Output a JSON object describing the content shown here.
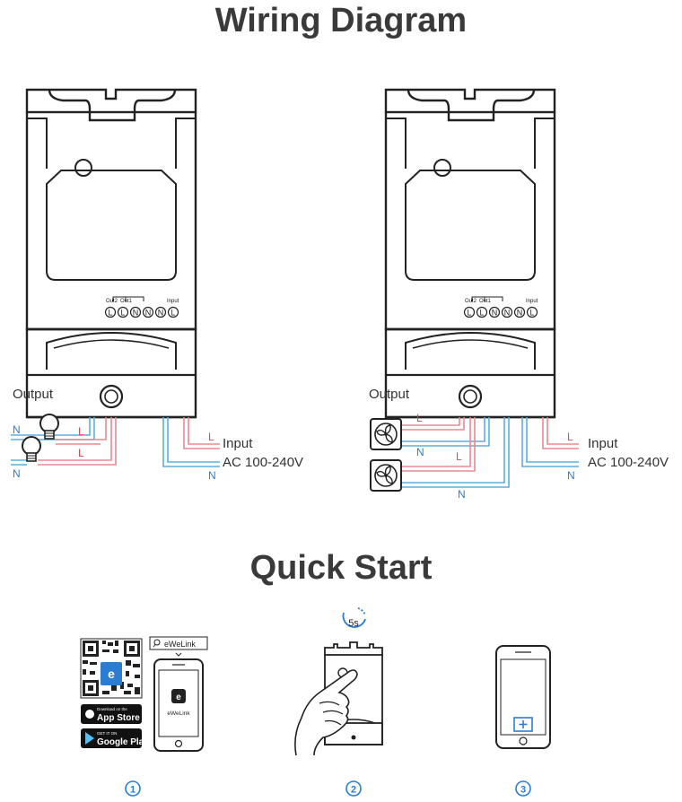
{
  "titles": {
    "wiring": "Wiring Diagram",
    "quick_start": "Quick Start"
  },
  "diagram_left": {
    "output_label": "Output",
    "input_label": "Input",
    "voltage_label": "AC 100-240V",
    "terminal_tiny": [
      "Out2",
      "Out1",
      "Input"
    ],
    "terminals": [
      "L",
      "L",
      "N",
      "N",
      "N",
      "L"
    ],
    "wire_labels": {
      "n": "N",
      "l": "L"
    }
  },
  "diagram_right": {
    "output_label": "Output",
    "input_label": "Input",
    "voltage_label": "AC 100-240V",
    "terminal_tiny": [
      "Out2",
      "Out1",
      "Input"
    ],
    "terminals": [
      "L",
      "L",
      "N",
      "N",
      "N",
      "L"
    ],
    "wire_labels": {
      "n": "N",
      "l": "L"
    }
  },
  "steps": {
    "search_text": "eWeLink",
    "app_name": "eWeLink",
    "qr_letter": "e",
    "app_store_small": "Download on the",
    "app_store_big": "App Store",
    "google_small": "GET IT ON",
    "google_big": "Google Play",
    "timer": "5s",
    "numbers": [
      "1",
      "2",
      "3"
    ]
  },
  "colors": {
    "live": "#e88a92",
    "neutral": "#5aaee3",
    "accent": "#2b7cd3",
    "line": "#222222"
  }
}
